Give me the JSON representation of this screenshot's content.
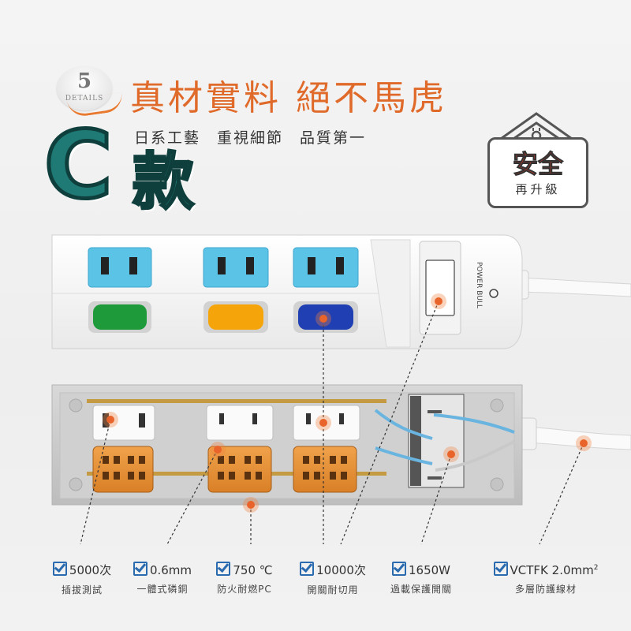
{
  "badge": {
    "number": "5",
    "label": "DETAILS"
  },
  "headline": "真材實料 絕不馬虎",
  "subheadline": "日系工藝　重視細節　品質第一",
  "model": {
    "letter": "C",
    "suffix": "款"
  },
  "safety_badge": {
    "line1": "安全",
    "line2": "再升級"
  },
  "brand_text": "POWER BULL",
  "colors": {
    "orange_accent": "#e06a2a",
    "teal": "#1f7a76",
    "socket_blue": "#5bc3e6",
    "switch_green": "#1e9a3a",
    "switch_amber": "#f5a50a",
    "switch_blue": "#1f3fb3",
    "check_blue": "#2a6bb0"
  },
  "features": [
    {
      "top": "5000次",
      "bottom": "插拔測試"
    },
    {
      "top": "0.6mm",
      "bottom": "一體式磷銅"
    },
    {
      "top": "750 ℃",
      "bottom": "防火耐燃PC"
    },
    {
      "top": "10000次",
      "bottom": "開關耐切用"
    },
    {
      "top": "1650W",
      "bottom": "過載保護開關"
    },
    {
      "top": "VCTFK 2.0mm",
      "top_sup": "2",
      "bottom": "多層防護線材"
    }
  ]
}
